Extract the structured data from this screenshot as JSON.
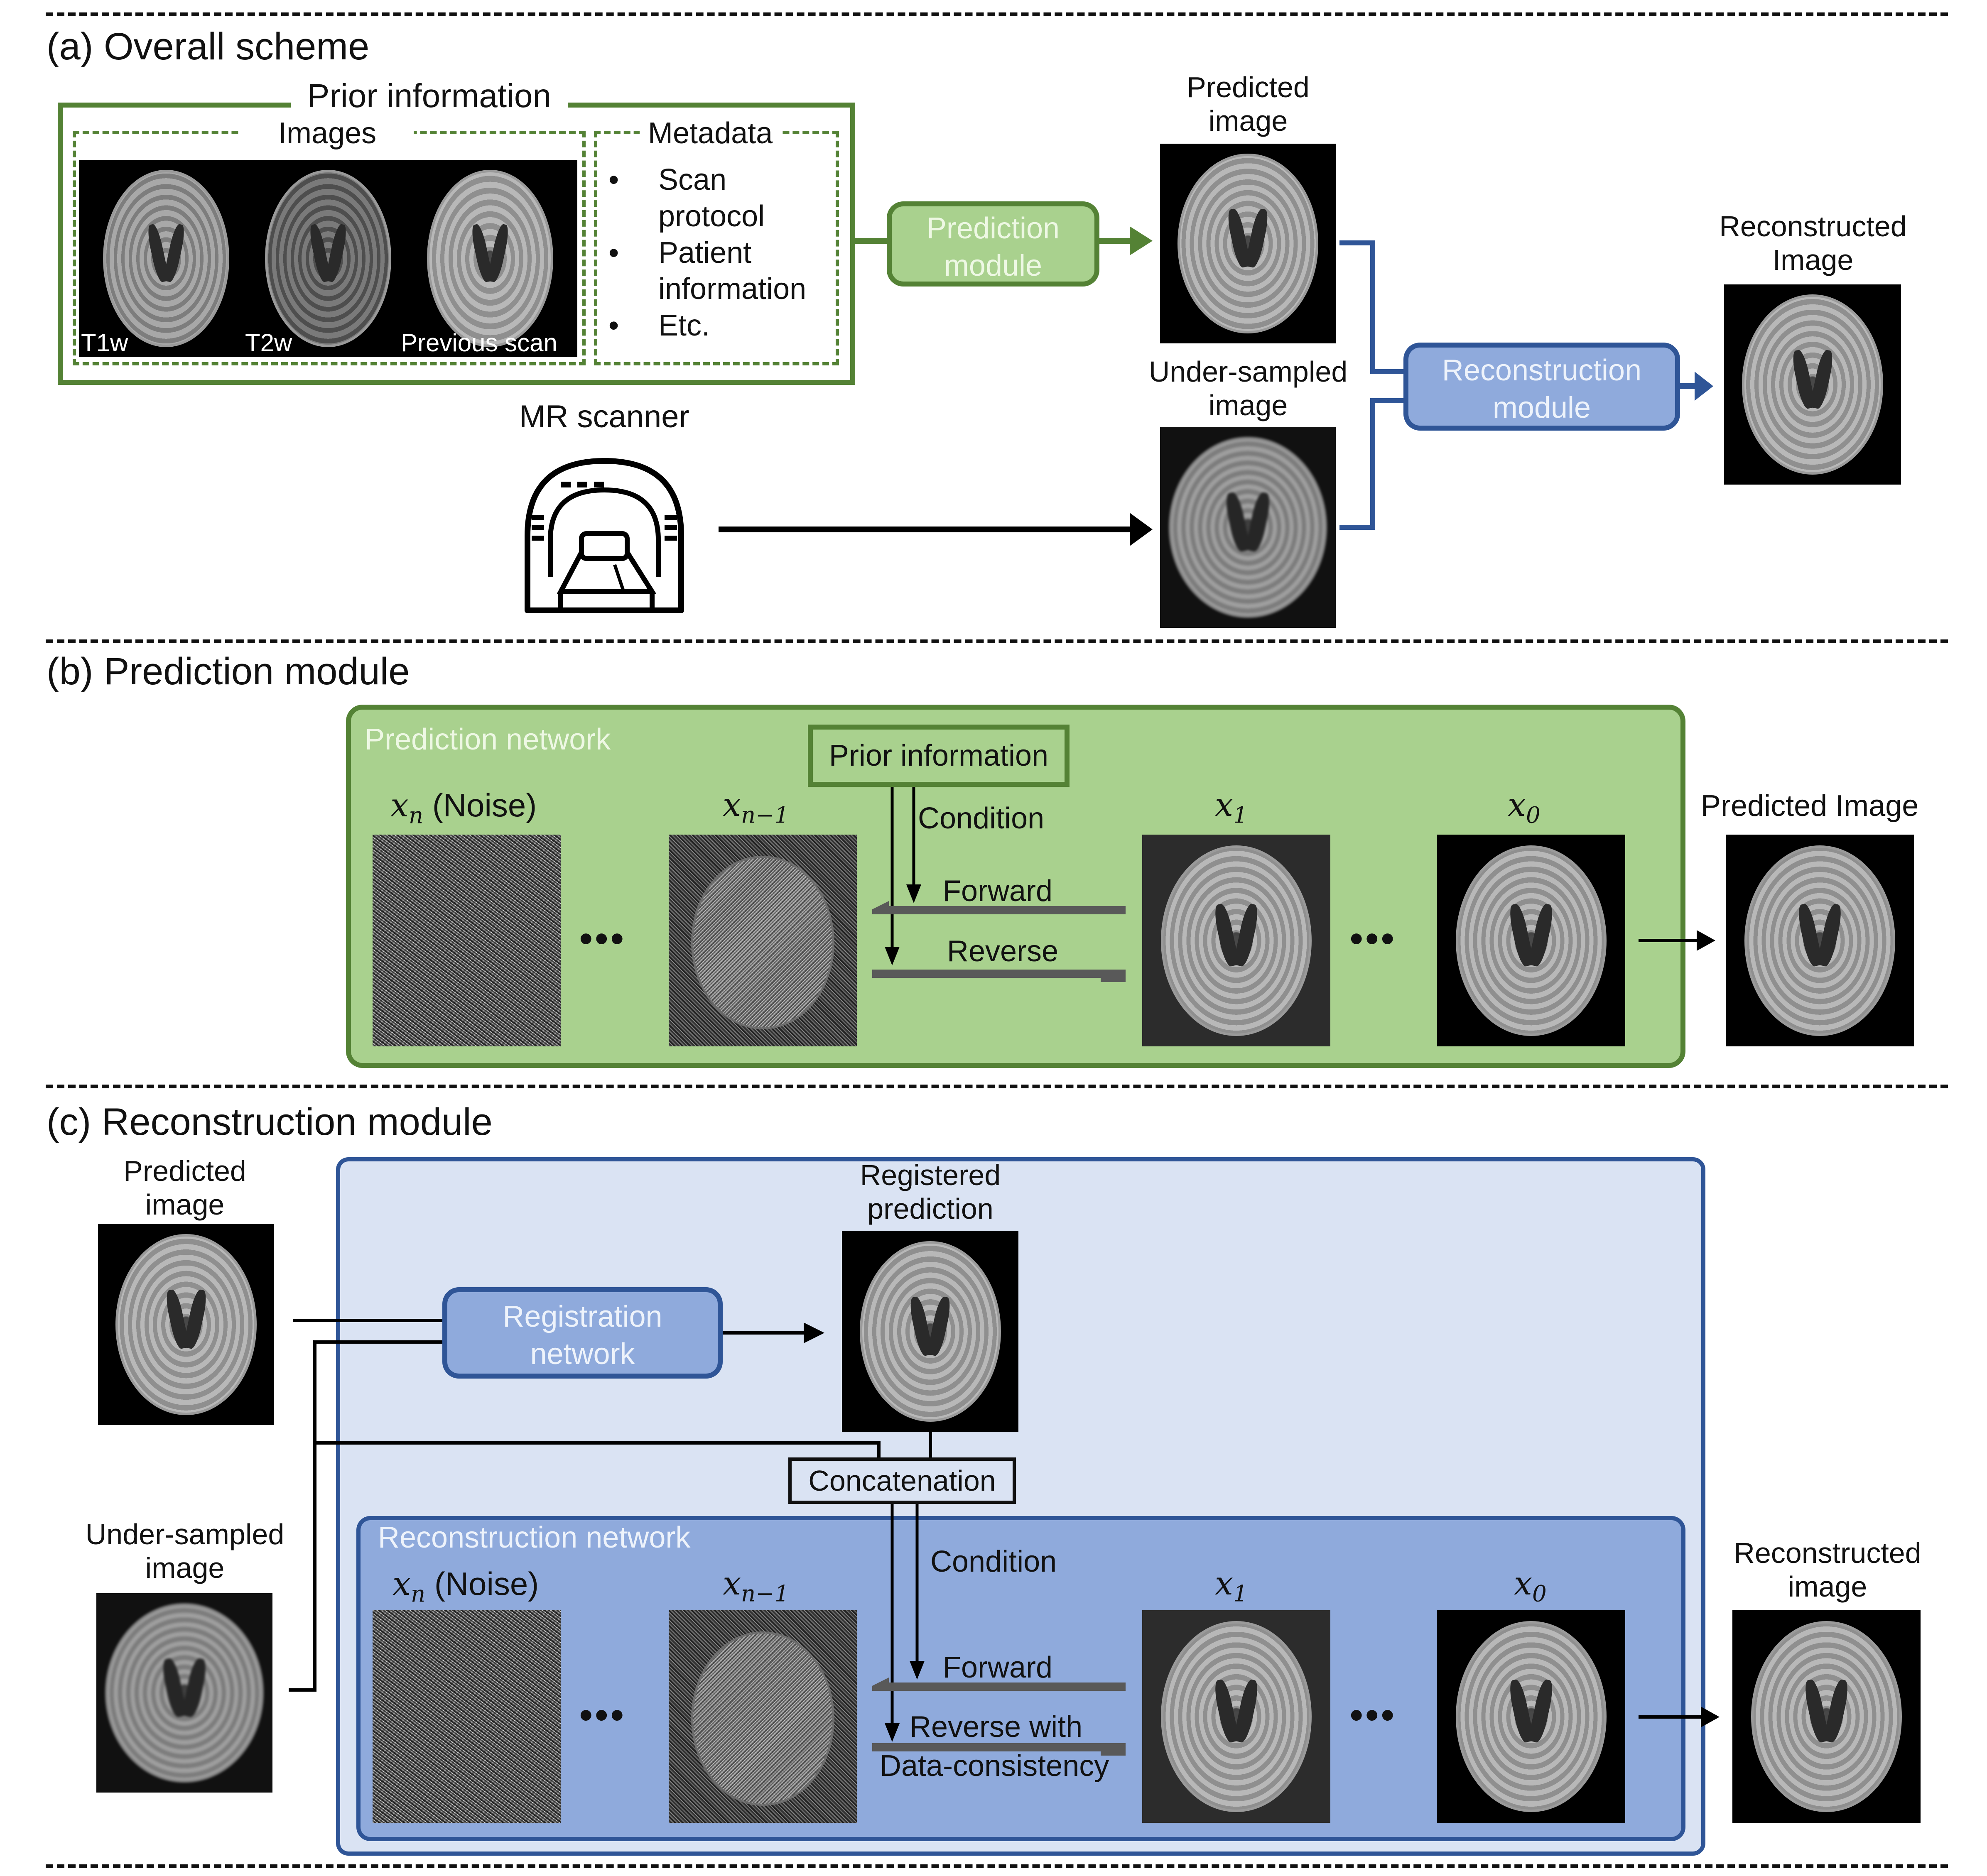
{
  "sections": {
    "a": {
      "title": "(a) Overall scheme",
      "prior_information_label": "Prior information",
      "images_label": "Images",
      "image_captions": [
        "T1w",
        "T2w",
        "Previous scan"
      ],
      "metadata_label": "Metadata",
      "metadata_items": [
        "Scan protocol",
        "Patient information",
        "Etc."
      ],
      "metadata_lines": [
        "Scan",
        "protocol",
        "Patient",
        "information",
        "Etc."
      ],
      "prediction_module": [
        "Prediction",
        "module"
      ],
      "predicted_image": [
        "Predicted",
        "image"
      ],
      "under_sampled_image": [
        "Under-sampled",
        "image"
      ],
      "mr_scanner": "MR scanner",
      "reconstruction_module": [
        "Reconstruction",
        "module"
      ],
      "reconstructed_image": [
        "Reconstructed",
        "Image"
      ]
    },
    "b": {
      "title": "(b) Prediction module",
      "network_label": "Prediction network",
      "prior_information_box": "Prior information",
      "condition": "Condition",
      "forward": "Forward",
      "reverse": "Reverse",
      "xn_label": {
        "var": "x",
        "sub": "n",
        "suffix": " (Noise)"
      },
      "xn1_label": {
        "var": "x",
        "sub": "n−1"
      },
      "x1_label": {
        "var": "x",
        "sub": "1"
      },
      "x0_label": {
        "var": "x",
        "sub": "0"
      },
      "ellipsis": "•••",
      "output_label": "Predicted Image"
    },
    "c": {
      "title": "(c) Reconstruction module",
      "predicted_image": [
        "Predicted",
        "image"
      ],
      "under_sampled_image": [
        "Under-sampled",
        "image"
      ],
      "registration_network": [
        "Registration",
        "network"
      ],
      "registered_prediction": [
        "Registered",
        "prediction"
      ],
      "concatenation": "Concatenation",
      "network_label": "Reconstruction network",
      "condition": "Condition",
      "forward": "Forward",
      "reverse": [
        "Reverse with",
        "Data-consistency"
      ],
      "xn_label": {
        "var": "x",
        "sub": "n",
        "suffix": " (Noise)"
      },
      "xn1_label": {
        "var": "x",
        "sub": "n−1"
      },
      "x1_label": {
        "var": "x",
        "sub": "1"
      },
      "x0_label": {
        "var": "x",
        "sub": "0"
      },
      "ellipsis": "•••",
      "output_label": [
        "Reconstructed",
        "image"
      ]
    }
  },
  "colors": {
    "green_fill": "#a9d18e",
    "green_border": "#548235",
    "blue_fill": "#8faadc",
    "blue_border": "#2f5597",
    "light_blue_fill": "#dae3f3",
    "arrow_gray": "#595959"
  }
}
